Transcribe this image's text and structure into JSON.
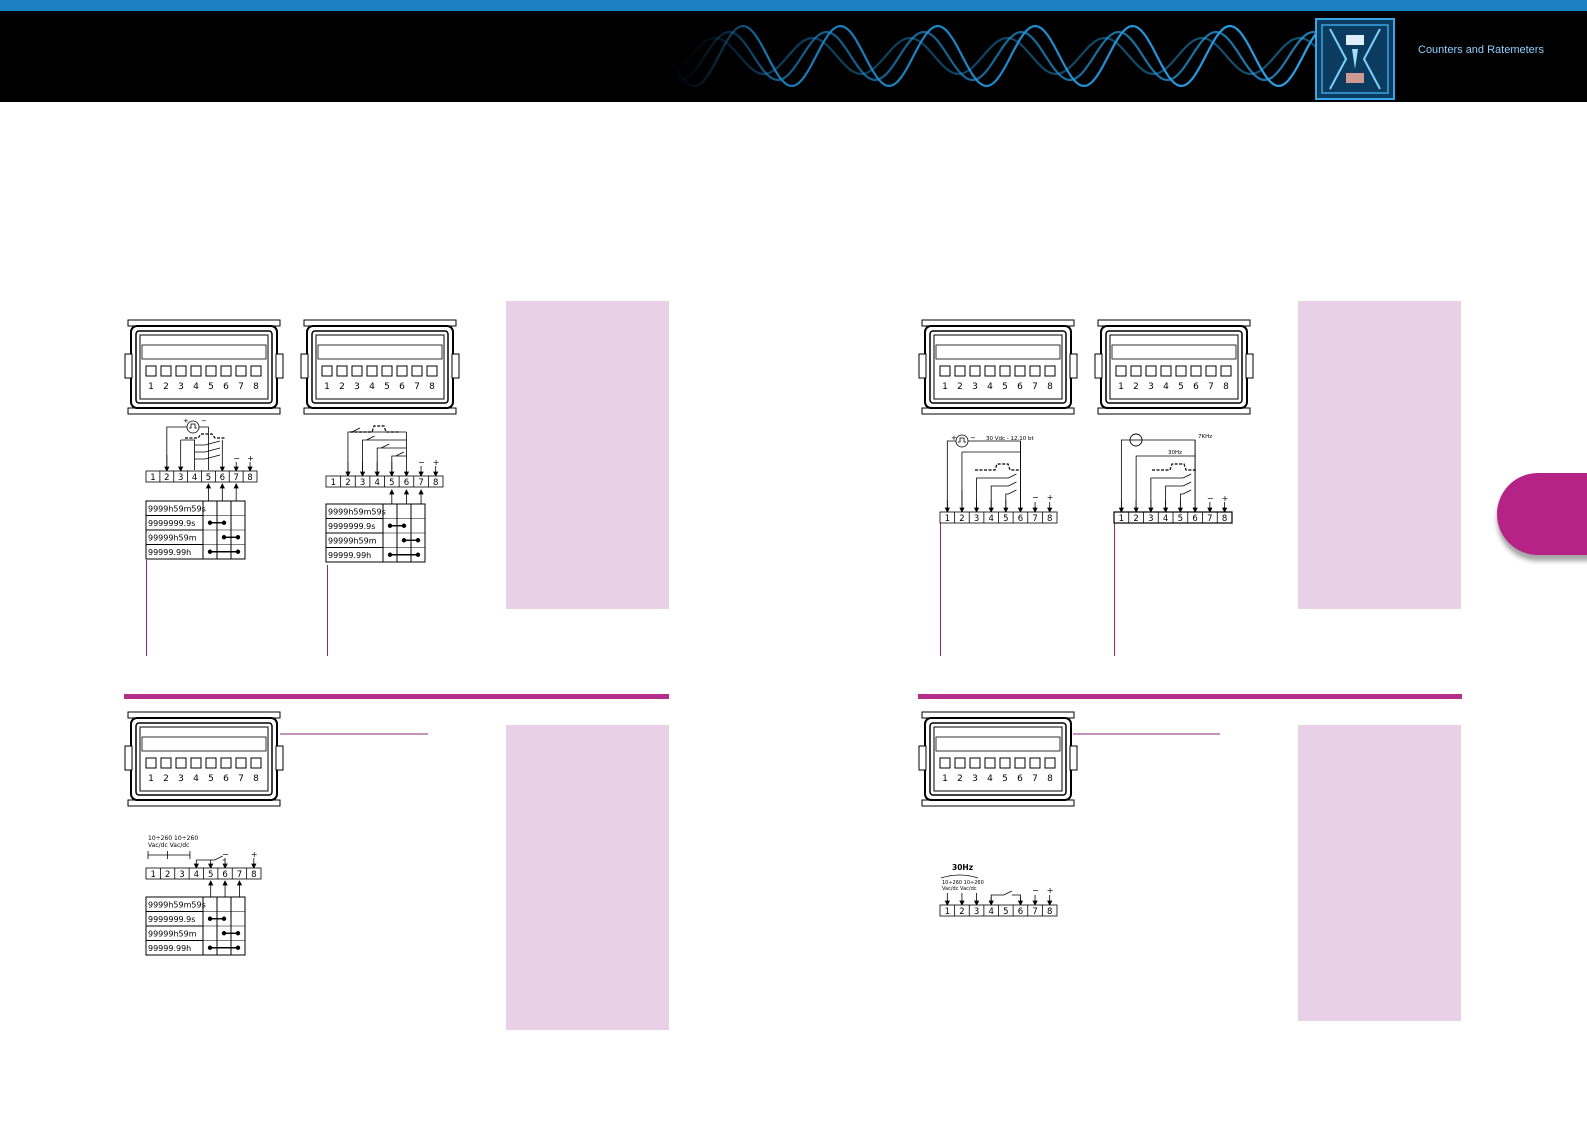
{
  "banner": {
    "section_title": "Counters and Ratemeters",
    "accent_color": "#1b7fc4",
    "tab_color": "#b42385",
    "panel_color": "#e8d1e6"
  },
  "diagrams": [
    {
      "id": "d1",
      "terminals": [
        "1",
        "2",
        "3",
        "4",
        "5",
        "6",
        "7",
        "8"
      ],
      "signal_marks": [
        "+",
        "−",
        "−",
        "+"
      ],
      "range_table": [
        "9999h59m59s",
        "9999999.9s",
        "99999h59m",
        "99999.99h"
      ]
    },
    {
      "id": "d2",
      "terminals": [
        "1",
        "2",
        "3",
        "4",
        "5",
        "6",
        "7",
        "8"
      ],
      "signal_marks": [
        "−",
        "+"
      ],
      "range_table": [
        "9999h59m59s",
        "9999999.9s",
        "99999h59m",
        "99999.99h"
      ]
    },
    {
      "id": "d3",
      "terminals": [
        "1",
        "2",
        "3",
        "4",
        "5",
        "6",
        "7",
        "8"
      ],
      "supply_label": "10÷260 10÷260\nVac/dc  Vac/dc",
      "supply_label_line1": "10÷260 10÷260",
      "supply_label_line2": "Vac/dc  Vac/dc",
      "signal_marks": [
        "−",
        "+"
      ],
      "range_table": [
        "9999h59m59s",
        "9999999.9s",
        "99999h59m",
        "99999.99h"
      ]
    },
    {
      "id": "d4",
      "terminals": [
        "1",
        "2",
        "3",
        "4",
        "5",
        "6",
        "7",
        "8"
      ],
      "signal_marks": [
        "+",
        "−",
        "−",
        "+"
      ],
      "freq_label": "30 Vdc - 12.10 bt"
    },
    {
      "id": "d5",
      "terminals": [
        "1",
        "2",
        "3",
        "4",
        "5",
        "6",
        "7",
        "8"
      ],
      "signal_marks": [
        "−",
        "+"
      ],
      "freq_label_top": "7KHz",
      "freq_label_mid": "30Hz"
    },
    {
      "id": "d6",
      "terminals": [
        "1",
        "2",
        "3",
        "4",
        "5",
        "6",
        "7",
        "8"
      ],
      "freq_label": "30Hz",
      "supply_label": "10÷260 10÷260",
      "supply_label2": "Vac/dc  Vac/dc",
      "signal_marks": [
        "−",
        "+"
      ]
    }
  ]
}
